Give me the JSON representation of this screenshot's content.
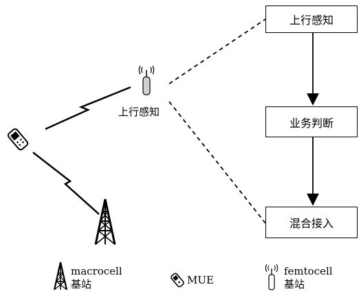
{
  "flow": {
    "step1": "上行感知",
    "step2": "业务判断",
    "step3": "混合接入"
  },
  "femto_label": "上行感知",
  "legend": {
    "macro_en": "macrocell",
    "macro_zh": "基站",
    "mue": "MUE",
    "femto_en": "femtocell",
    "femto_zh": "基站"
  }
}
